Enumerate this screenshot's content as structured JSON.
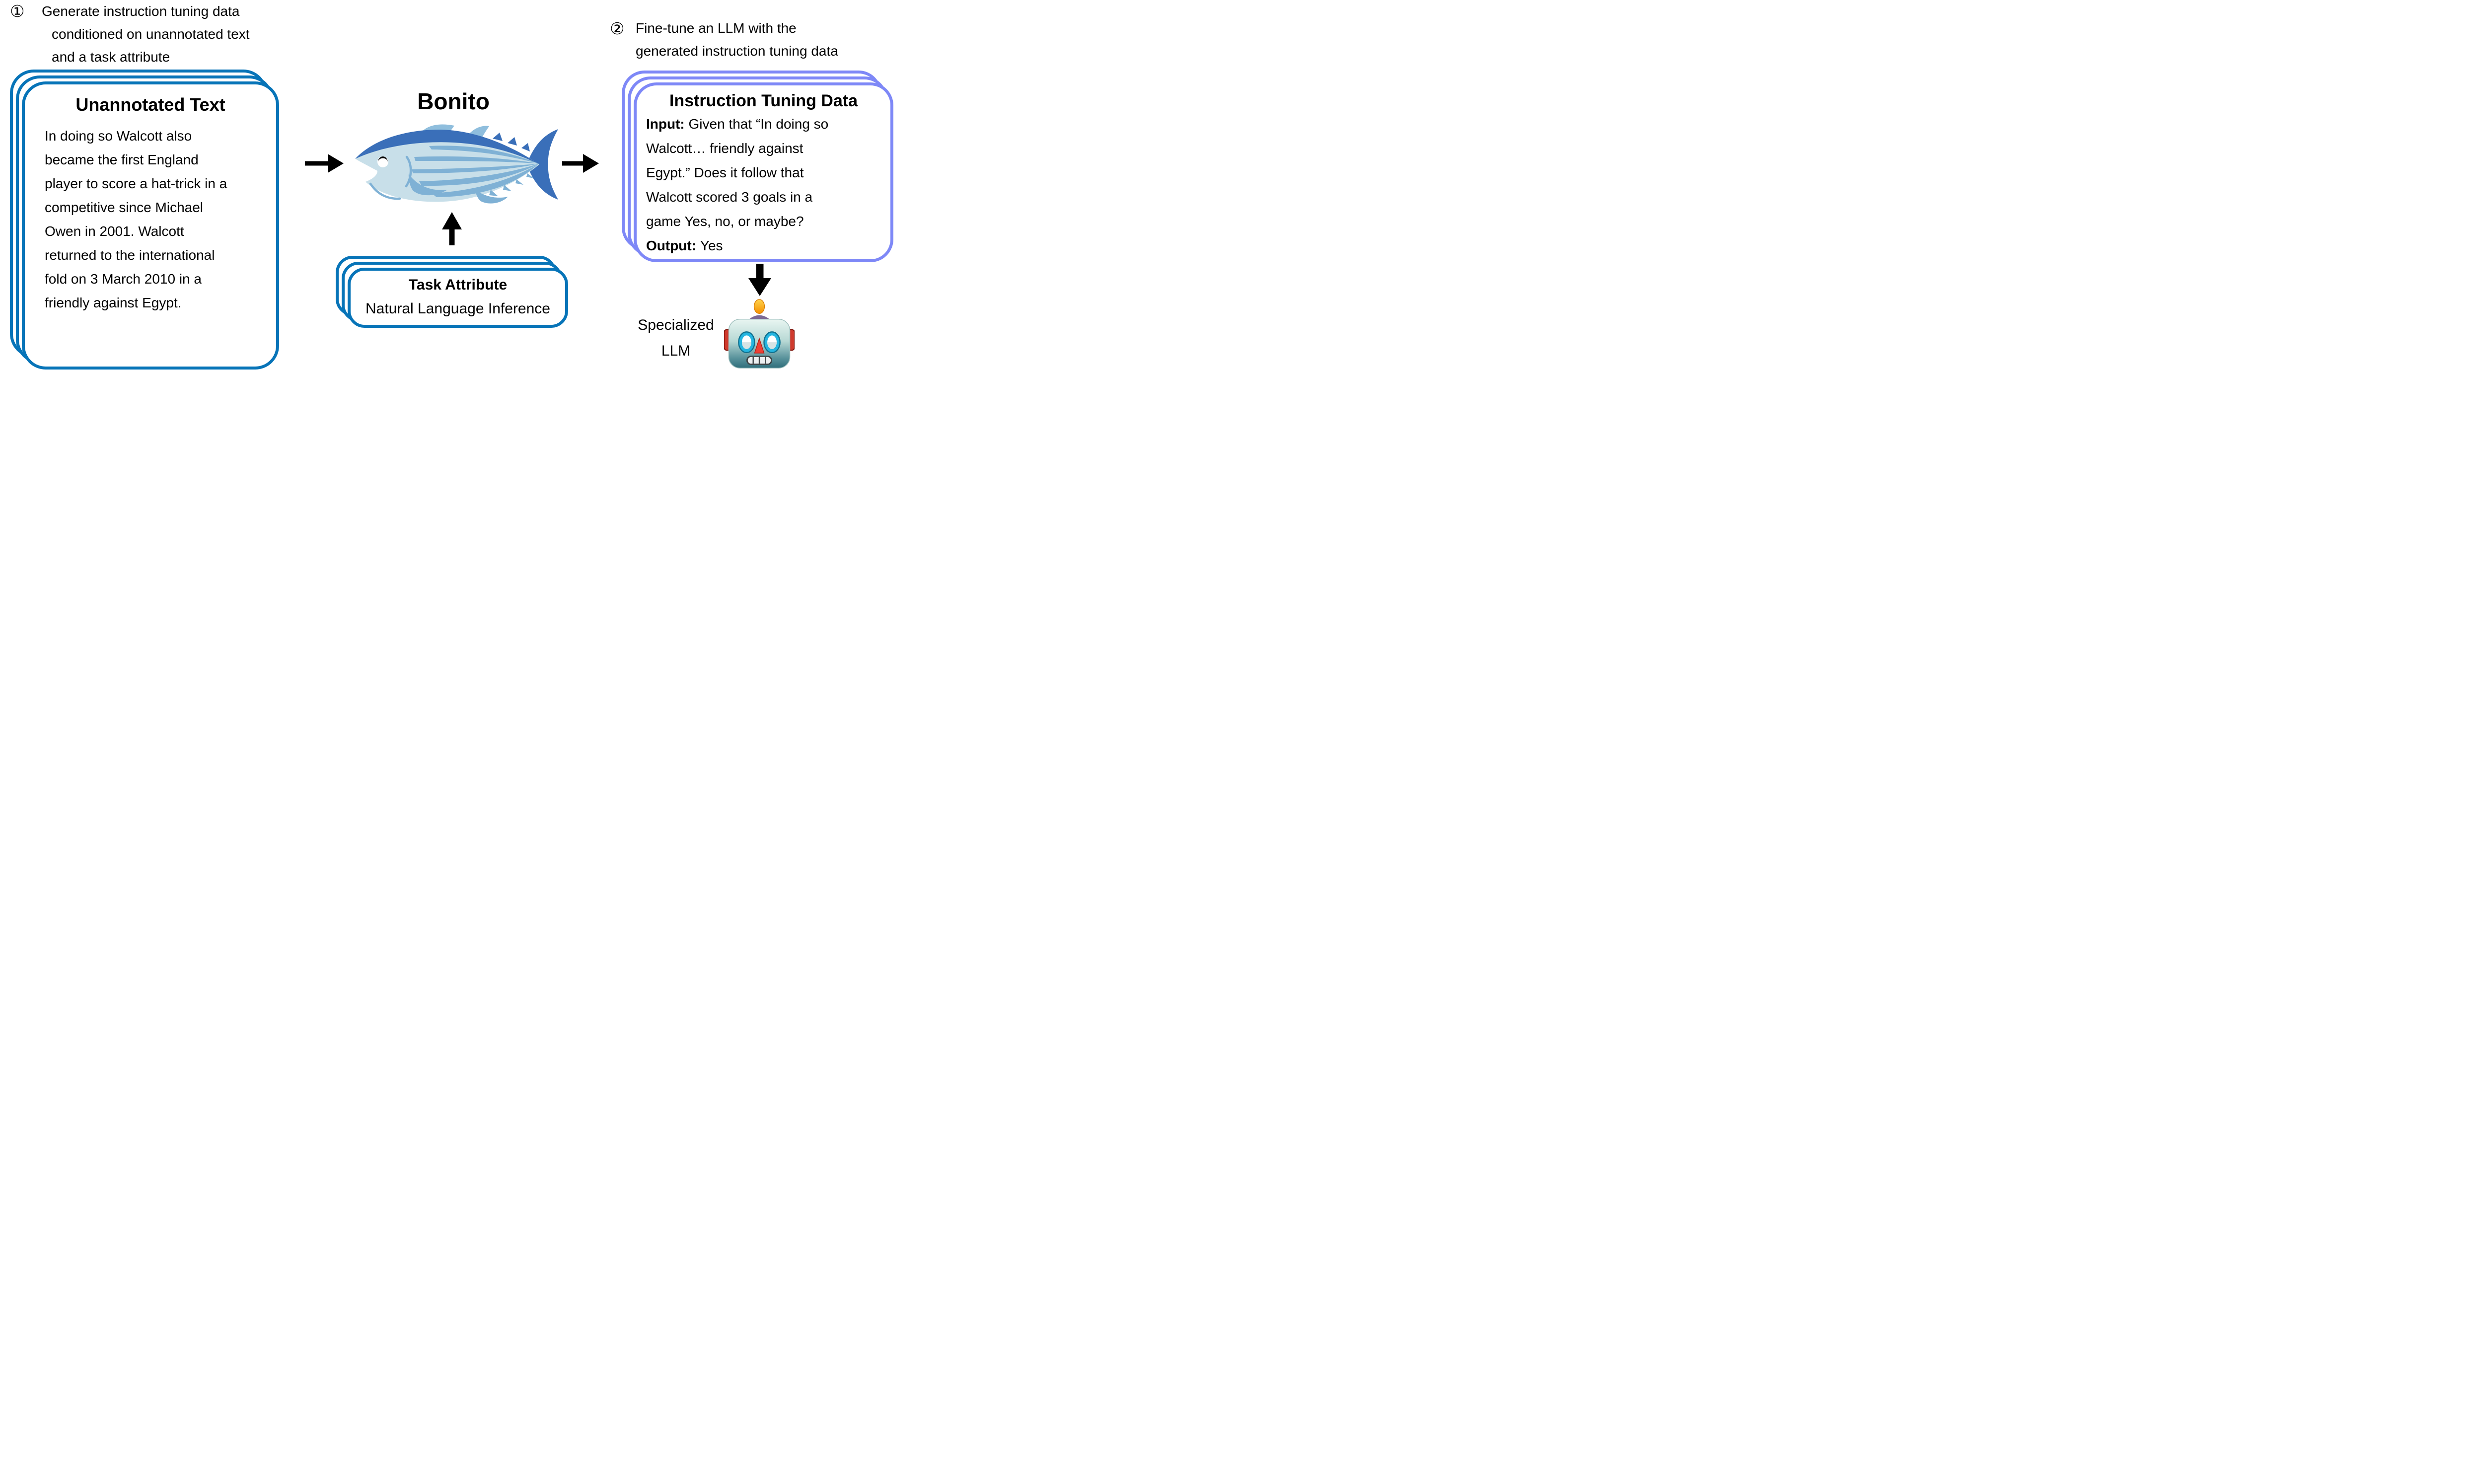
{
  "step1": {
    "badge": "①",
    "lines": [
      "Generate instruction tuning data",
      "conditioned on unannotated text",
      "and a task attribute"
    ]
  },
  "step2": {
    "badge": "②",
    "lines": [
      "Fine-tune an LLM with the",
      "generated instruction tuning data"
    ]
  },
  "unannotated_card": {
    "title": "Unannotated Text",
    "lines": [
      "In doing so Walcott also",
      "became the first England",
      "player to score a hat-trick in a",
      "competitive since Michael",
      "Owen in 2001. Walcott",
      "returned to the international",
      "fold on 3 March 2010 in a",
      "friendly against Egypt."
    ]
  },
  "bonito": {
    "label": "Bonito",
    "icon": "tuna-fish-illustration"
  },
  "task_card": {
    "title": "Task Attribute",
    "value": "Natural Language Inference"
  },
  "instruction_card": {
    "title": "Instruction Tuning Data",
    "input_label": "Input:",
    "input_lines": [
      "Given that “In doing so",
      "Walcott… friendly against",
      "Egypt.” Does it follow that",
      "Walcott scored 3 goals in a",
      "game Yes, no, or maybe?"
    ],
    "output_label": "Output:",
    "output_value": "Yes"
  },
  "specialized_llm": {
    "lines": [
      "Specialized",
      "LLM"
    ],
    "icon": "robot-emoji"
  },
  "colors": {
    "card_blue": "#0774b8",
    "card_purple": "#7e88f7",
    "fish_dark_blue": "#3a6fb9",
    "fish_mid_blue": "#7fb1d5",
    "fish_light_blue": "#c8dfe9",
    "arrow_black": "#000000"
  }
}
